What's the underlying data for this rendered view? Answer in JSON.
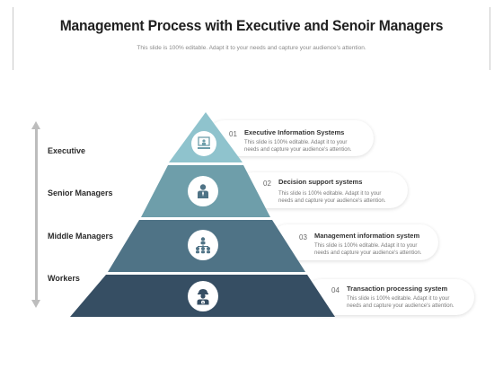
{
  "title": "Management Process with Executive and Senoir Managers",
  "subtitle": "This slide is 100% editable. Adapt it to your needs and capture your audience's attention.",
  "colors": {
    "level1": "#8fc3cd",
    "level2": "#6e9eaa",
    "level3": "#4f7386",
    "level4": "#364e63",
    "arrow": "#bdbdbd"
  },
  "levels": [
    {
      "label": "Executive"
    },
    {
      "label": "Senior Managers"
    },
    {
      "label": "Middle Managers"
    },
    {
      "label": "Workers"
    }
  ],
  "items": [
    {
      "num": "01",
      "heading": "Executive Information Systems",
      "body": "This slide is 100% editable. Adapt it to your needs and capture your audience's attention.",
      "icon": "presentation-icon"
    },
    {
      "num": "02",
      "heading": "Decision support systems",
      "body": "This slide is 100% editable. Adapt it to your needs and capture your audience's attention.",
      "icon": "manager-icon"
    },
    {
      "num": "03",
      "heading": "Management information system",
      "body": "This slide is 100% editable. Adapt it to your needs and capture your audience's attention.",
      "icon": "team-icon"
    },
    {
      "num": "04",
      "heading": "Transaction processing system",
      "body": "This slide is 100% editable. Adapt it to your needs and capture your audience's attention.",
      "icon": "worker-icon"
    }
  ]
}
